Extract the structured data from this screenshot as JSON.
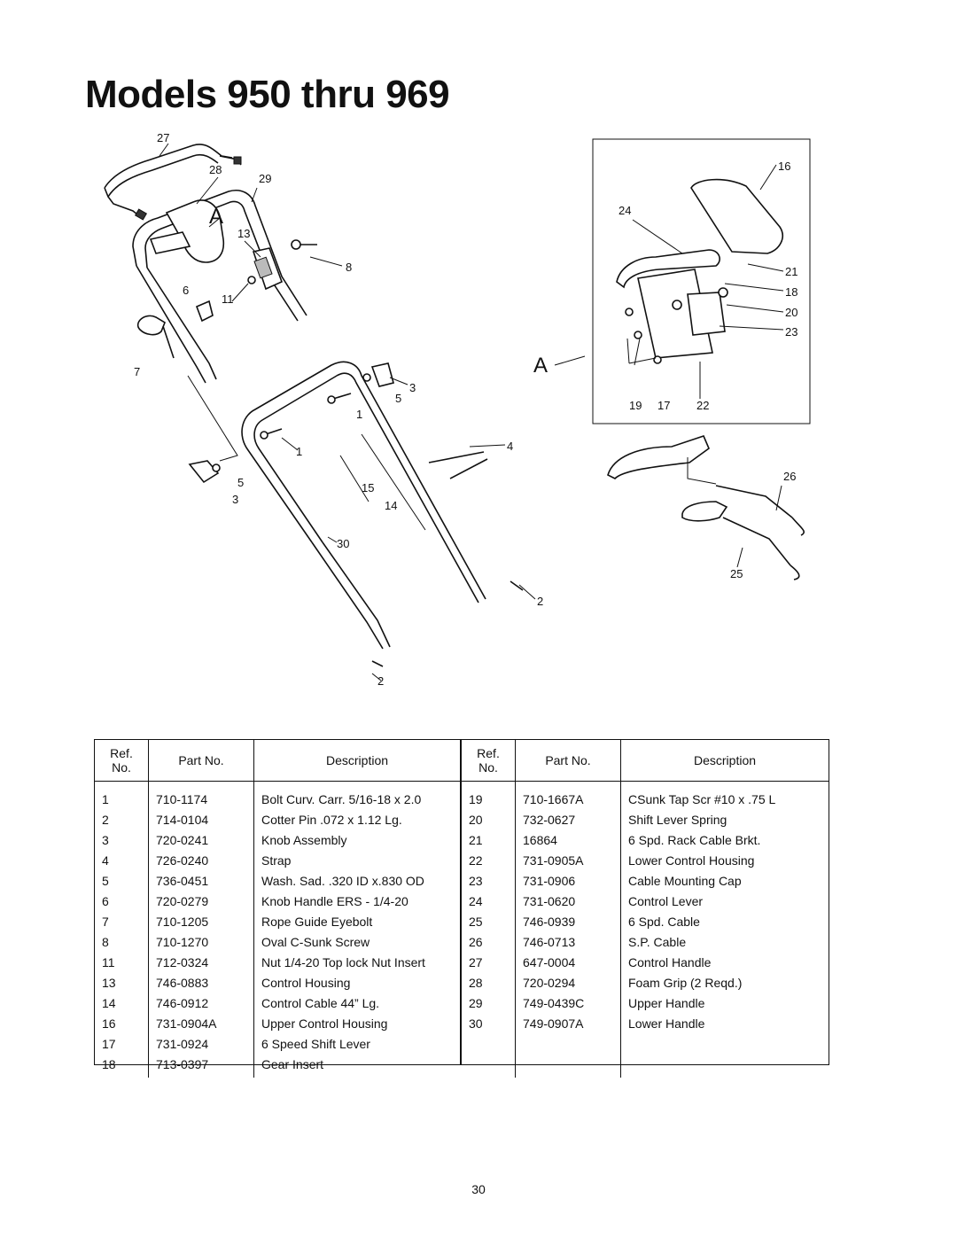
{
  "page": {
    "title": "Models 950 thru 969",
    "page_number": "30"
  },
  "diagram": {
    "callouts": [
      "27",
      "28",
      "29",
      "A",
      "13",
      "8",
      "6",
      "11",
      "7",
      "3",
      "5",
      "1",
      "1",
      "5",
      "3",
      "15",
      "14",
      "4",
      "30",
      "2",
      "2"
    ],
    "inset": {
      "callouts": [
        "16",
        "24",
        "21",
        "18",
        "20",
        "23",
        "19",
        "17",
        "22"
      ],
      "marker": "A"
    },
    "cable_callouts": [
      "26",
      "25"
    ]
  },
  "table": {
    "headers": {
      "ref": "Ref.\nNo.",
      "part_no": "Part No.",
      "description": "Description"
    },
    "left": [
      {
        "ref": "1",
        "part_no": "710-1174",
        "description": "Bolt Curv. Carr. 5/16-18 x 2.0"
      },
      {
        "ref": "2",
        "part_no": "714-0104",
        "description": "Cotter Pin .072 x 1.12 Lg."
      },
      {
        "ref": "3",
        "part_no": "720-0241",
        "description": "Knob Assembly"
      },
      {
        "ref": "4",
        "part_no": "726-0240",
        "description": "Strap"
      },
      {
        "ref": "5",
        "part_no": "736-0451",
        "description": "Wash. Sad. .320 ID x.830 OD"
      },
      {
        "ref": "6",
        "part_no": "720-0279",
        "description": "Knob Handle ERS - 1/4-20"
      },
      {
        "ref": "7",
        "part_no": "710-1205",
        "description": "Rope  Guide Eyebolt"
      },
      {
        "ref": "8",
        "part_no": "710-1270",
        "description": "Oval C-Sunk Screw"
      },
      {
        "ref": "11",
        "part_no": "712-0324",
        "description": "Nut 1/4-20 Top lock Nut Insert"
      },
      {
        "ref": "13",
        "part_no": "746-0883",
        "description": "Control Housing"
      },
      {
        "ref": "14",
        "part_no": "746-0912",
        "description": "Control Cable 44” Lg."
      },
      {
        "ref": "16",
        "part_no": "731-0904A",
        "description": "Upper Control  Housing"
      },
      {
        "ref": "17",
        "part_no": "731-0924",
        "description": "6 Speed Shift Lever"
      },
      {
        "ref": "18",
        "part_no": "713-0397",
        "description": "Gear Insert"
      }
    ],
    "right": [
      {
        "ref": "19",
        "part_no": "710-1667A",
        "description": "CSunk Tap Scr #10 x .75 L"
      },
      {
        "ref": "20",
        "part_no": "732-0627",
        "description": "Shift Lever Spring"
      },
      {
        "ref": "21",
        "part_no": "16864",
        "description": "6 Spd. Rack Cable Brkt."
      },
      {
        "ref": "22",
        "part_no": "731-0905A",
        "description": "Lower Control Housing"
      },
      {
        "ref": "23",
        "part_no": "731-0906",
        "description": "Cable Mounting Cap"
      },
      {
        "ref": "24",
        "part_no": "731-0620",
        "description": "Control Lever"
      },
      {
        "ref": "25",
        "part_no": "746-0939",
        "description": "6 Spd. Cable"
      },
      {
        "ref": "26",
        "part_no": "746-0713",
        "description": "S.P. Cable"
      },
      {
        "ref": "27",
        "part_no": "647-0004",
        "description": "Control Handle"
      },
      {
        "ref": "28",
        "part_no": "720-0294",
        "description": "Foam Grip (2 Reqd.)"
      },
      {
        "ref": "29",
        "part_no": "749-0439C",
        "description": "Upper Handle"
      },
      {
        "ref": "30",
        "part_no": "749-0907A",
        "description": "Lower Handle"
      }
    ]
  }
}
